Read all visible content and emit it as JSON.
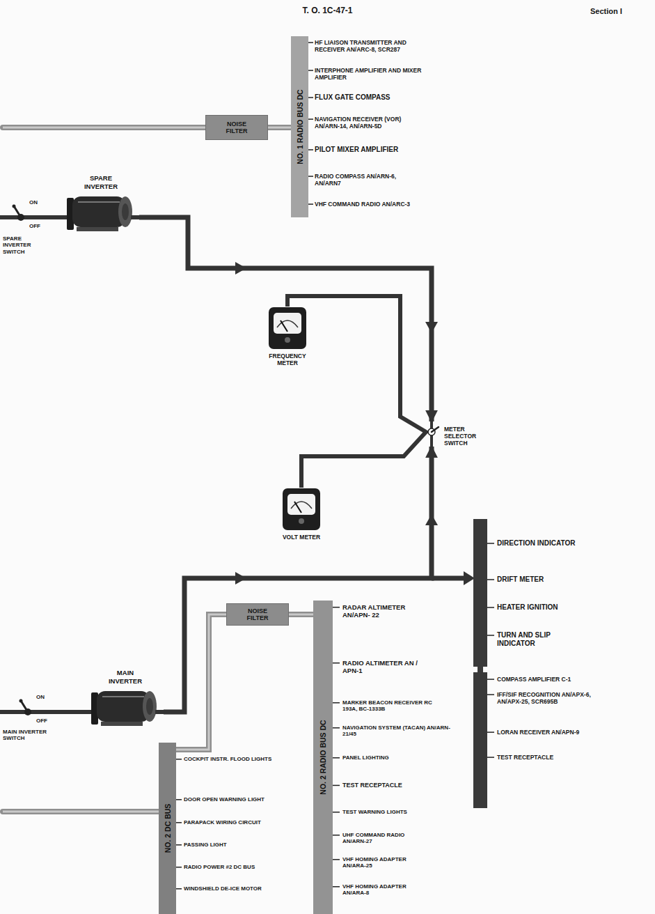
{
  "diagram": {
    "title": "T. O. 1C-47-1",
    "nodes": [
      {
        "text": [
          "NOISE FILTER"
        ]
      },
      {
        "text": [
          "NO. 1 RADIO BUS DC"
        ]
      },
      {
        "text": [
          "SPARE INVERTER"
        ]
      },
      {
        "text": [
          "FREQUENCY METER"
        ]
      },
      {
        "text": [
          "METER SELECTOR SWITCH"
        ]
      },
      {
        "text": [
          "VOLT METER"
        ]
      },
      {
        "text": [
          "NOISE FILTER"
        ]
      },
      {
        "text": [
          "NO. 2 RADIO BUS DC"
        ]
      },
      {
        "text": [
          "MAIN INVERTER"
        ]
      },
      {
        "text": [
          "NO. 2 DC BUS"
        ]
      }
    ],
    "edges": [
      {
        "from": 0,
        "to": 1,
        "arrow": "none"
      },
      {
        "from": 2,
        "to": 4,
        "arrow": "to"
      },
      {
        "from": 3,
        "to": 4,
        "arrow": "none"
      },
      {
        "from": 5,
        "to": 4,
        "arrow": "none"
      },
      {
        "from": 8,
        "to": 4,
        "arrow": "to"
      },
      {
        "from": 9,
        "to": 6,
        "arrow": "none"
      },
      {
        "from": 6,
        "to": 7,
        "arrow": "none"
      }
    ],
    "labels": [
      "Section I",
      "HF LIAISON TRANSMITTER AND RECEIVER AN/ARC-8, SCR287",
      "INTERPHONE AMPLIFIER AND MIXER AMPLIFIER",
      "FLUX GATE COMPASS",
      "NAVIGATION RECEIVER (VOR) AN/ARN-14, AN/ARN-5D",
      "PILOT MIXER AMPLIFIER",
      "RADIO COMPASS AN/ARN-6, AN/ARN7",
      "VHF COMMAND RADIO AN/ARC-3",
      "ON",
      "OFF",
      "SPARE INVERTER SWITCH",
      "DIRECTION INDICATOR",
      "DRIFT METER",
      "HEATER IGNITION",
      "TURN AND SLIP INDICATOR",
      "COMPASS AMPLIFIER C-1",
      "IFF/SIF RECOGNITION AN/APX-6, AN/APX-25, SCR695B",
      "LORAN RECEIVER AN/APN-9",
      "TEST RECEPTACLE",
      "RADAR ALTIMETER AN/APN- 22",
      "RADIO ALTIMETER AN / APN-1",
      "MARKER BEACON RECEIVER RC 193A, BC-1333B",
      "NAVIGATION SYSTEM (TACAN) AN/ARN-21/45",
      "PANEL LIGHTING",
      "TEST RECEPTACLE",
      "TEST WARNING LIGHTS",
      "UHF COMMAND RADIO AN/ARN-27",
      "VHF HOMING ADAPTER AN/ARA-25",
      "VHF HOMING ADAPTER AN/ARA-8",
      "ON",
      "OFF",
      "MAIN INVERTER SWITCH",
      "COCKPIT INSTR. FLOOD LIGHTS",
      "DOOR OPEN WARNING LIGHT",
      "PARAPACK WIRING CIRCUIT",
      "PASSING LIGHT",
      "RADIO POWER #2 DC BUS",
      "WINDSHIELD DE-ICE MOTOR"
    ]
  }
}
